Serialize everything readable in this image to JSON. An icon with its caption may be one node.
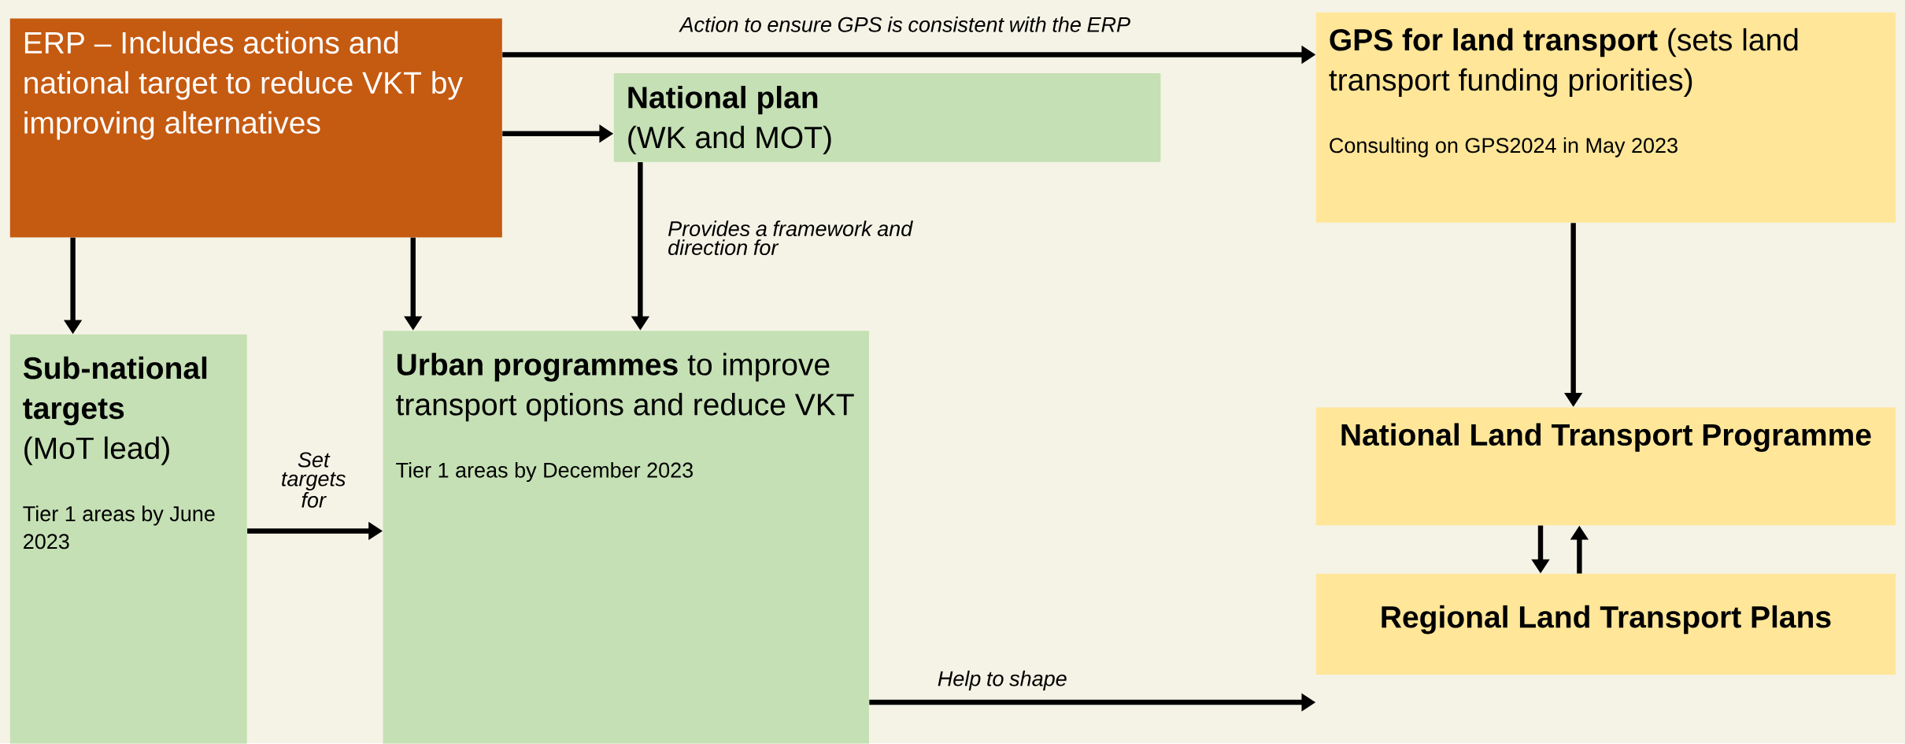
{
  "diagram": {
    "nodes": [
      {
        "text": [
          "ERP – Includes actions and national target to reduce VKT by improving alternatives"
        ]
      },
      {
        "text": [
          "National plan",
          "(WK and MOT)"
        ]
      },
      {
        "text": [
          "**GPS for land transport** (sets land transport funding priorities)",
          "Consulting on GPS2024 in May 2023"
        ]
      },
      {
        "text": [
          "Sub-national targets",
          "(MoT lead)",
          "Tier 1 areas by June 2023"
        ]
      },
      {
        "text": [
          "**Urban programmes** to improve transport options and reduce VKT",
          "Tier 1 areas by December 2023"
        ]
      },
      {
        "text": [
          "National Land Transport Programme"
        ]
      },
      {
        "text": [
          "Regional Land Transport Plans"
        ]
      }
    ],
    "edges": [
      {
        "from": 0,
        "to": 2,
        "arrow": "to",
        "label": "Action to ensure GPS is consistent with the ERP"
      },
      {
        "from": 0,
        "to": 1,
        "arrow": "to"
      },
      {
        "from": 0,
        "to": 3,
        "arrow": "to"
      },
      {
        "from": 0,
        "to": 4,
        "arrow": "to"
      },
      {
        "from": 1,
        "to": 4,
        "arrow": "to",
        "label": "Provides a framework and direction for"
      },
      {
        "from": 3,
        "to": 4,
        "arrow": "to",
        "label": "Set targets for"
      },
      {
        "from": 2,
        "to": 5,
        "arrow": "to"
      },
      {
        "from": 5,
        "to": 6,
        "arrow": "to"
      },
      {
        "from": 6,
        "to": 5,
        "arrow": "to"
      },
      {
        "from": 4,
        "to": 6,
        "arrow": "to",
        "label": "Help to shape"
      }
    ]
  }
}
